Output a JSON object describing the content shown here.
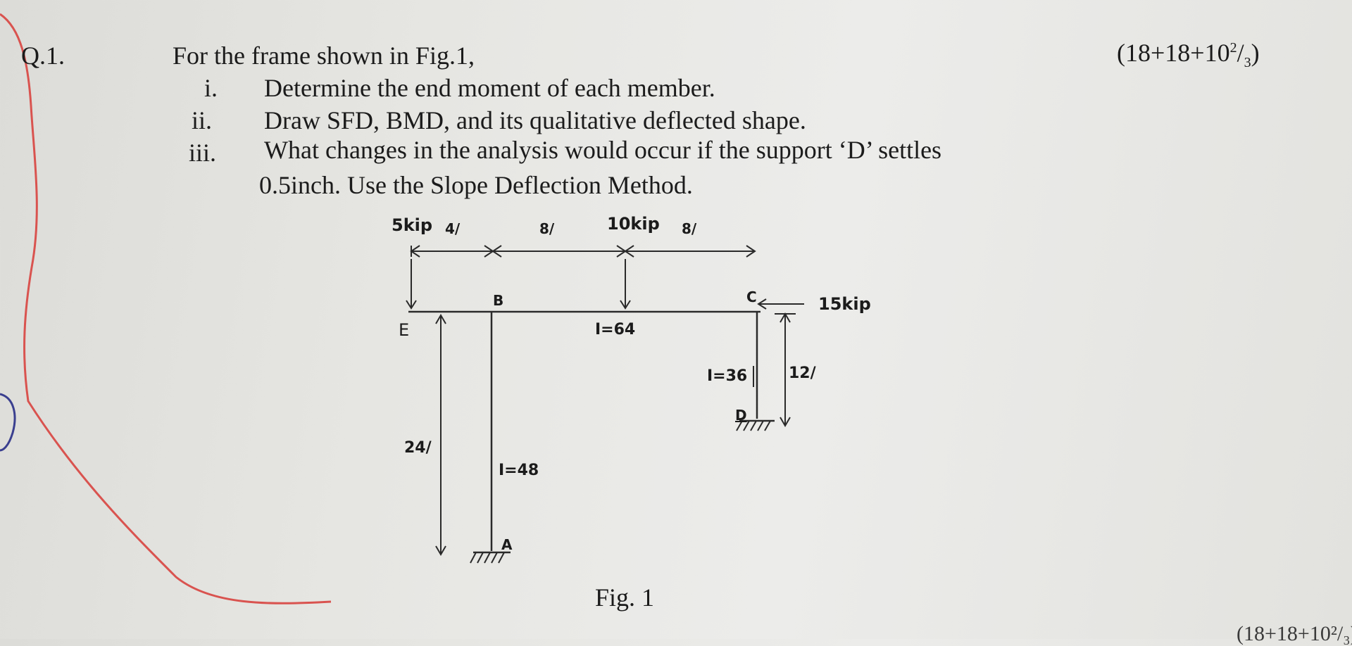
{
  "question": {
    "number": "Q.1.",
    "intro": "For the frame shown in Fig.1,",
    "marks": {
      "prefix": "(18+18+10",
      "sup": "2",
      "mid": "/",
      "sub": "3",
      "suffix": ")"
    },
    "items": [
      {
        "numeral": "i.",
        "text": "Determine the end moment of each member."
      },
      {
        "numeral": "ii.",
        "text": "Draw SFD, BMD, and its qualitative deflected shape."
      },
      {
        "numeral": "iii.",
        "text": "What changes in the analysis would occur if the support ‘D’ settles"
      }
    ],
    "continuation": "0.5inch. Use the Slope Deflection Method."
  },
  "figure": {
    "caption": "Fig. 1",
    "loads": {
      "load_e": "5kip",
      "load_mid": "10kip",
      "load_c": "15kip"
    },
    "dimensions": {
      "d1": "4/",
      "d2": "8/",
      "d3": "8/",
      "height_ae": "24/",
      "height_cd": "12/"
    },
    "nodes": {
      "a": "A",
      "b": "B",
      "c": "C",
      "d": "D",
      "e": "E"
    },
    "stiffness": {
      "beam": "I=64",
      "col_cd": "I=36",
      "col_ab": "I=48"
    }
  },
  "footer_partial": "(18+18+10²/₃)",
  "colors": {
    "paper": "#e6e6e2",
    "ink": "#1b1b1b",
    "pen_red": "#d9534f",
    "pen_blue": "#3a3f8f"
  }
}
